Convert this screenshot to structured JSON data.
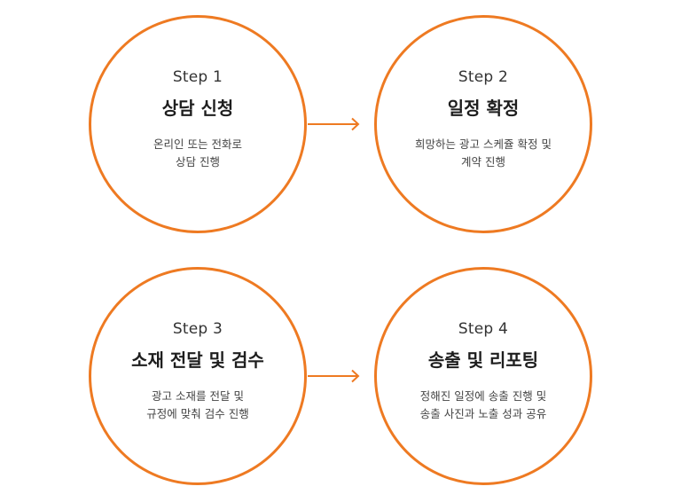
{
  "accent_color": "#ee7a22",
  "steps": [
    {
      "label": "Step 1",
      "title": "상담 신청",
      "desc": [
        "온리인 또는 전화로",
        "상담 진행"
      ]
    },
    {
      "label": "Step 2",
      "title": "일정 확정",
      "desc": [
        "희망하는 광고 스케쥴 확정 및",
        "계약 진행"
      ]
    },
    {
      "label": "Step 3",
      "title": "소재 전달 및 검수",
      "desc": [
        "광고 소재를 전달 및",
        "규정에 맞춰 검수 진행"
      ]
    },
    {
      "label": "Step 4",
      "title": "송출 및 리포팅",
      "desc": [
        "정해진 일정에 송출 진행 및",
        "송출 사진과 노출 성과 공유"
      ]
    }
  ],
  "arrow_icon": "arrow-right-icon"
}
